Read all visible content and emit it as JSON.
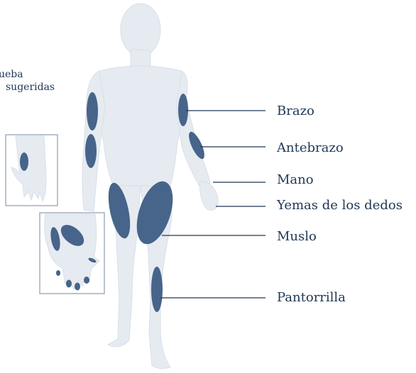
{
  "caption": {
    "line1": "ueba",
    "line2": "sugeridas"
  },
  "sites": [
    {
      "id": "brazo",
      "label": "Brazo"
    },
    {
      "id": "antebrazo",
      "label": "Antebrazo"
    },
    {
      "id": "mano",
      "label": "Mano"
    },
    {
      "id": "yemas",
      "label": "Yemas de los dedos"
    },
    {
      "id": "muslo",
      "label": "Muslo"
    },
    {
      "id": "pantorrilla",
      "label": "Pantorrilla"
    }
  ],
  "colors": {
    "body": "#e6ebf1",
    "body_stroke": "#d8dfe8",
    "site": "#47648a",
    "line": "#1f3756",
    "text": "#1f3756",
    "inset_border": "#8b9bb1"
  }
}
